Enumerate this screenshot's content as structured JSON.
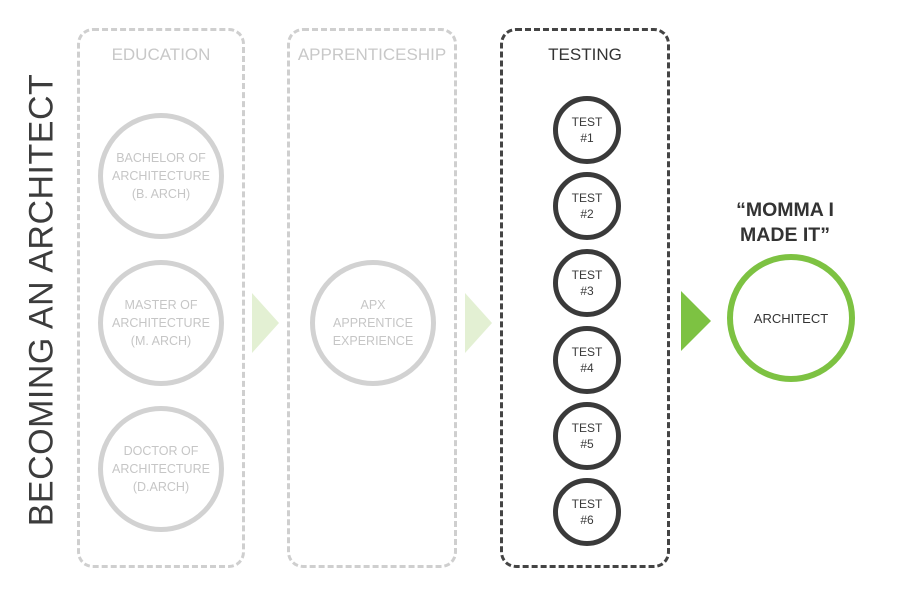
{
  "title": "BECOMING AN ARCHITECT",
  "stages": {
    "education": {
      "title": "EDUCATION",
      "items": [
        "BACHELOR OF\nARCHITECTURE\n(B. ARCH)",
        "MASTER OF\nARCHITECTURE\n(M. ARCH)",
        "DOCTOR OF\nARCHITECTURE\n(D.ARCH)"
      ]
    },
    "apprenticeship": {
      "title": "APPRENTICESHIP",
      "items": [
        "APX\nAPPRENTICE\nEXPERIENCE"
      ]
    },
    "testing": {
      "title": "TESTING",
      "items": [
        "TEST\n#1",
        "TEST\n#2",
        "TEST\n#3",
        "TEST\n#4",
        "TEST\n#5",
        "TEST\n#6"
      ]
    }
  },
  "goal": {
    "quote": "“MOMMA I\nMADE IT”",
    "label": "ARCHITECT"
  },
  "colors": {
    "accent": "#7dc242",
    "accent_light": "#e3f0d3",
    "inactive": "#cfcfcf",
    "active": "#444444"
  }
}
